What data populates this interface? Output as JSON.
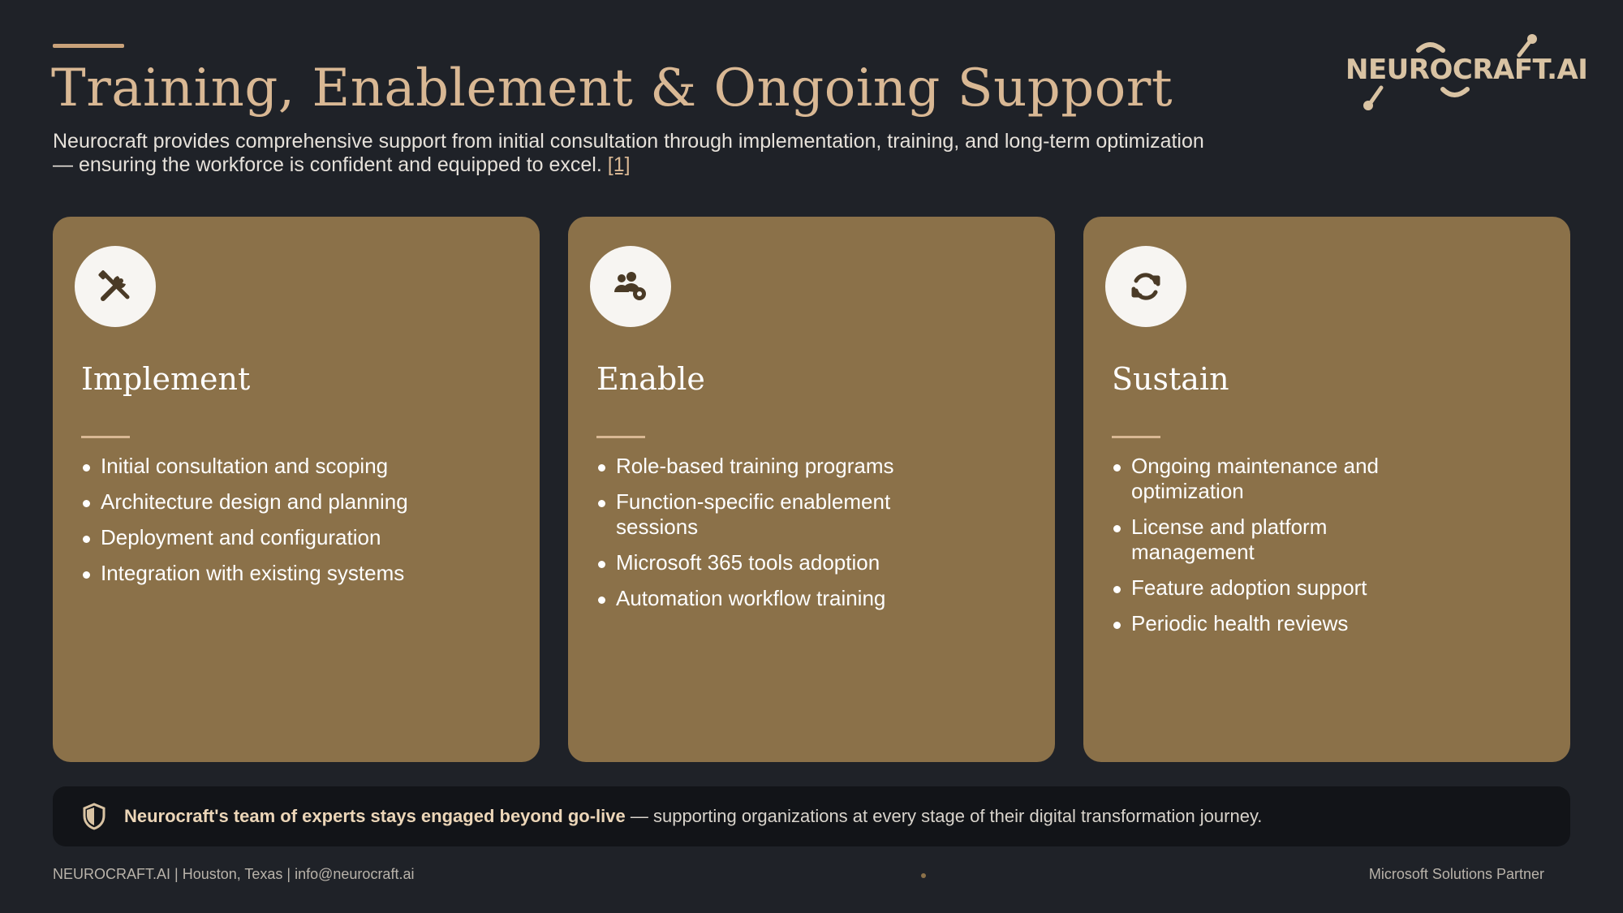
{
  "header": {
    "title": "Training, Enablement & Ongoing Support",
    "subtitle": "Neurocraft provides comprehensive support from initial consultation through implementation, training, and long-term optimization — ensuring the workforce is confident and equipped to excel.",
    "citation": "[1]"
  },
  "logo": {
    "text": "NEUROCRAFT.AI",
    "icon": "neurocraft-logo"
  },
  "colors": {
    "background": "#1f2228",
    "card": "#8b7149",
    "accent": "#d9b894",
    "banner": "#121418"
  },
  "cards": [
    {
      "icon": "tools-icon",
      "title": "Implement",
      "items": [
        "Initial consultation and scoping",
        "Architecture design and planning",
        "Deployment and configuration",
        "Integration with existing systems"
      ]
    },
    {
      "icon": "users-gear-icon",
      "title": "Enable",
      "items": [
        "Role-based training programs",
        "Function-specific enablement sessions",
        "Microsoft 365 tools adoption",
        "Automation workflow training"
      ]
    },
    {
      "icon": "refresh-icon",
      "title": "Sustain",
      "items": [
        "Ongoing maintenance and optimization",
        "License and platform management",
        "Feature adoption support",
        "Periodic health reviews"
      ]
    }
  ],
  "banner": {
    "icon": "shield-icon",
    "bold": "Neurocraft's team of experts stays engaged beyond go-live",
    "rest": " — supporting organizations at every stage of their digital transformation journey."
  },
  "footer": {
    "left": "NEUROCRAFT.AI | Houston, Texas | info@neurocraft.ai",
    "right": "Microsoft Solutions Partner"
  }
}
